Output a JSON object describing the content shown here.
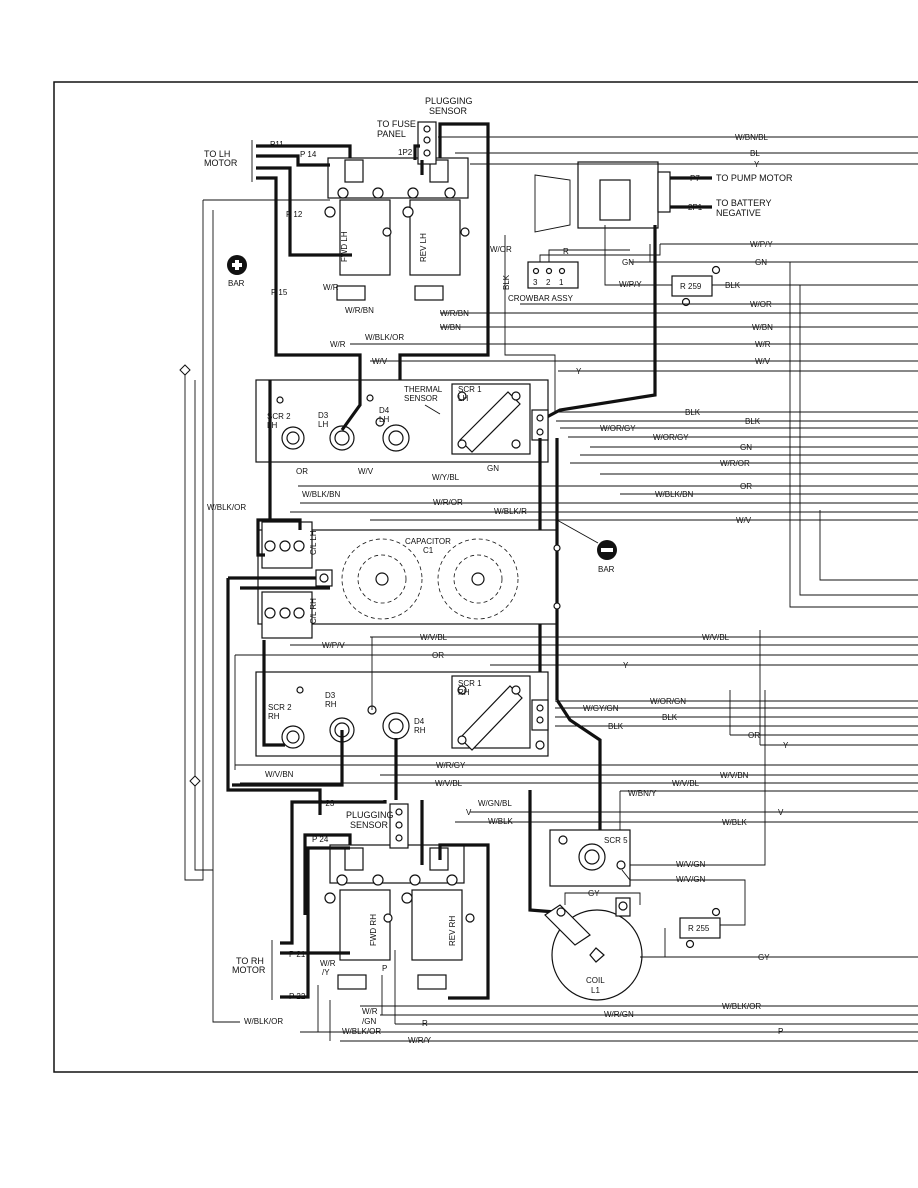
{
  "labels": {
    "plugging_sensor_top": [
      "PLUGGING",
      "SENSOR"
    ],
    "to_fuse_panel": [
      "TO FUSE",
      "PANEL"
    ],
    "to_lh_motor": [
      "TO LH",
      "MOTOR"
    ],
    "p11": "P11",
    "p14": "P 14",
    "p12": "P 12",
    "p15": "P 15",
    "one_p2": "1P2",
    "fwd_lh": "FWD LH",
    "rev_lh": "REV LH",
    "bar_plus": "BAR",
    "bar_minus": "BAR",
    "p7": "P7",
    "to_pump_motor": "TO PUMP MOTOR",
    "two_p1": "2P1",
    "to_battery_negative": [
      "TO BATTERY",
      "NEGATIVE"
    ],
    "crowbar_assy": "CROWBAR ASSY",
    "crowbar_pins": [
      "3",
      "2",
      "1"
    ],
    "r259": "R 259",
    "r255": "R 255",
    "thermal_sensor": [
      "THERMAL",
      "SENSOR"
    ],
    "scr1_lh": [
      "SCR 1",
      "LH"
    ],
    "scr2_lh": [
      "SCR 2",
      "LH"
    ],
    "d3_lh": [
      "D3",
      "LH"
    ],
    "d4_lh": [
      "D4",
      "LH"
    ],
    "capacitor": [
      "CAPACITOR",
      "C1"
    ],
    "cl_lh": "C/L LH",
    "cl_rh": "C/L RH",
    "scr1_rh": [
      "SCR 1",
      "RH"
    ],
    "scr2_rh": [
      "SCR 2",
      "RH"
    ],
    "d3_rh": [
      "D3",
      "RH"
    ],
    "d4_rh": [
      "D4",
      "RH"
    ],
    "p23": "P 23",
    "p24": "P 24",
    "p21": "P 21",
    "p22": "P 22",
    "plugging_sensor_bottom": [
      "PLUGGING",
      "SENSOR"
    ],
    "to_rh_motor": [
      "TO RH",
      "MOTOR"
    ],
    "fwd_rh": "FWD RH",
    "rev_rh": "REV RH",
    "scr5": "SCR 5",
    "coil": [
      "COIL",
      "L1"
    ]
  },
  "wires": {
    "w_bn_bl": "W/BN/BL",
    "bl": "BL",
    "y_top": "Y",
    "w_or_top": "W/OR",
    "blk_vert": "BLK",
    "r_crowbar": "R",
    "w_p_y_right": "W/P/Y",
    "gn_crowbar": "GN",
    "gn_right": "GN",
    "w_p_y_left": "W/P/Y",
    "blk_r259": "BLK",
    "w_or_right": "W/OR",
    "w_r_lh": "W/R",
    "w_r_bn": "W/R/BN",
    "w_r_bn_2": "W/R/BN",
    "w_bn": "W/BN",
    "w_bn_right": "W/BN",
    "w_blk_or_top": "W/BLK/OR",
    "w_r_mid": "W/R",
    "w_r_right": "W/R",
    "w_v_top": "W/V",
    "w_v_right": "W/V",
    "y_mid": "Y",
    "blk_1": "BLK",
    "blk_2": "BLK",
    "w_or_gy_1": "W/OR/GY",
    "w_or_gy_2": "W/OR/GY",
    "gn_mid": "GN",
    "gn_therm": "GN",
    "w_r_or_right": "W/R/OR",
    "w_y_bl": "W/Y/BL",
    "or_lh": "OR",
    "w_v_lh": "W/V",
    "or_right": "OR",
    "w_blk_bn_left": "W/BLK/BN",
    "w_blk_bn_right": "W/BLK/BN",
    "w_r_or_left": "W/R/OR",
    "w_blk_r": "W/BLK/R",
    "w_v_cap": "W/V",
    "w_blk_or_left": "W/BLK/OR",
    "w_v_bl_1": "W/V/BL",
    "w_v_bl_2": "W/V/BL",
    "w_p_v": "W/P/V",
    "or_mid": "OR",
    "y_rh": "Y",
    "w_or_gn": "W/OR/GN",
    "w_gy_gn": "W/GY/GN",
    "blk_rh_1": "BLK",
    "blk_rh_2": "BLK",
    "or_rh": "OR",
    "y_rh2": "Y",
    "w_r_gy": "W/R/GY",
    "w_v_bn_left": "W/V/BN",
    "w_v_bn_right": "W/V/BN",
    "w_v_bl_3": "W/V/BL",
    "w_v_bl_4": "W/V/BL",
    "w_bn_y": "W/BN/Y",
    "w_gn_bl": "W/GN/BL",
    "v_1": "V",
    "v_2": "V",
    "w_blk": "W/BLK",
    "w_blk_right": "W/BLK",
    "w_v_gn_1": "W/V/GN",
    "w_v_gn_2": "W/V/GN",
    "gy_1": "GY",
    "gy_2": "GY",
    "w_r_y": [
      "W/R",
      "/Y"
    ],
    "p_rh": "P",
    "w_r_gn": [
      "W/R",
      "/GN"
    ],
    "w_blk_or_bottom": "W/BLK/OR",
    "w_blk_or_right": "W/BLK/OR",
    "w_r_gn_right": "W/R/GN",
    "r_bottom": "R",
    "w_blk_or_left2": "W/BLK/OR",
    "p_right": "P",
    "w_r_y_bottom": "W/R/Y"
  }
}
